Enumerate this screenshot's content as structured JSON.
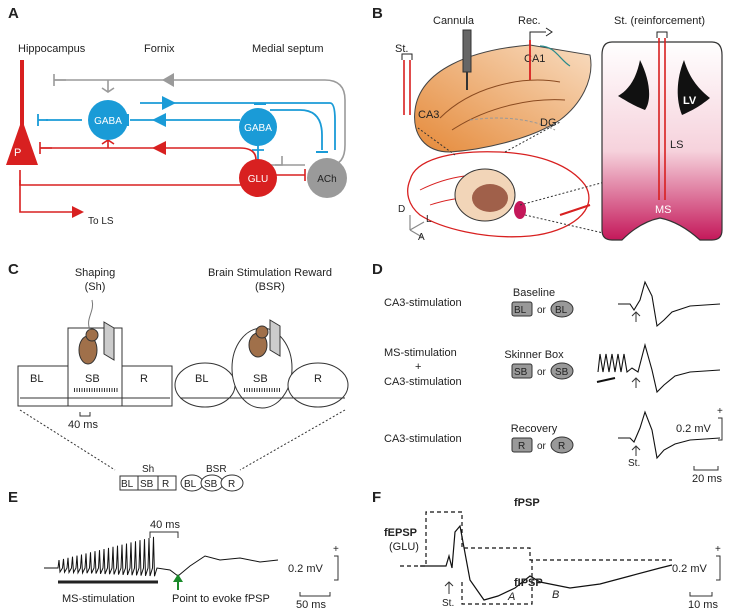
{
  "colors": {
    "blue": "#1a9bd7",
    "red": "#d82020",
    "gray": "#9a9a9a",
    "orange": "#e9a060",
    "magenta": "#c4185a"
  },
  "panels": {
    "A": {
      "letter": "A",
      "hippocampus": "Hippocampus",
      "fornix": "Fornix",
      "medial_septum": "Medial septum",
      "p": "P",
      "gaba1": "GABA",
      "gaba2": "GABA",
      "glu": "GLU",
      "ach": "ACh",
      "to_ls": "To LS"
    },
    "B": {
      "letter": "B",
      "cannula": "Cannula",
      "rec": "Rec.",
      "st": "St.",
      "st_reinf": "St. (reinforcement)",
      "ca1": "CA1",
      "ca3": "CA3",
      "dg": "DG",
      "lv": "LV",
      "ls": "LS",
      "ms": "MS",
      "axis_d": "D",
      "axis_l": "L",
      "axis_a": "A"
    },
    "C": {
      "letter": "C",
      "shaping": "Shaping",
      "shaping_abbr": "(Sh)",
      "bsr": "Brain Stimulation Reward",
      "bsr_abbr": "(BSR)",
      "bl": "BL",
      "sb": "SB",
      "r": "R",
      "scale": "40 ms",
      "legend_sh": "Sh",
      "legend_bsr": "BSR"
    },
    "D": {
      "letter": "D",
      "row1_label": "CA3-stimulation",
      "row1_phase": "Baseline",
      "row2_label_a": "MS-stimulation",
      "row2_plus": "+",
      "row2_label_b": "CA3-stimulation",
      "row2_phase": "Skinner Box",
      "row3_label": "CA3-stimulation",
      "row3_phase": "Recovery",
      "or": "or",
      "bl": "BL",
      "sb": "SB",
      "r": "R",
      "st": "St.",
      "scale_v": "0.2 mV",
      "scale_t": "20 ms",
      "plus": "+"
    },
    "E": {
      "letter": "E",
      "time_label": "40 ms",
      "ms_stim": "MS-stimulation",
      "point": "Point to evoke fPSP",
      "scale_v": "0.2 mV",
      "scale_t": "50 ms",
      "plus": "+"
    },
    "F": {
      "letter": "F",
      "title": "fPSP",
      "fepsp": "fEPSP",
      "glu": "(GLU)",
      "fipsp": "fIPSP",
      "a": "A",
      "b": "B",
      "st": "St.",
      "scale_v": "0.2 mV",
      "scale_t": "10 ms",
      "plus": "+"
    }
  }
}
